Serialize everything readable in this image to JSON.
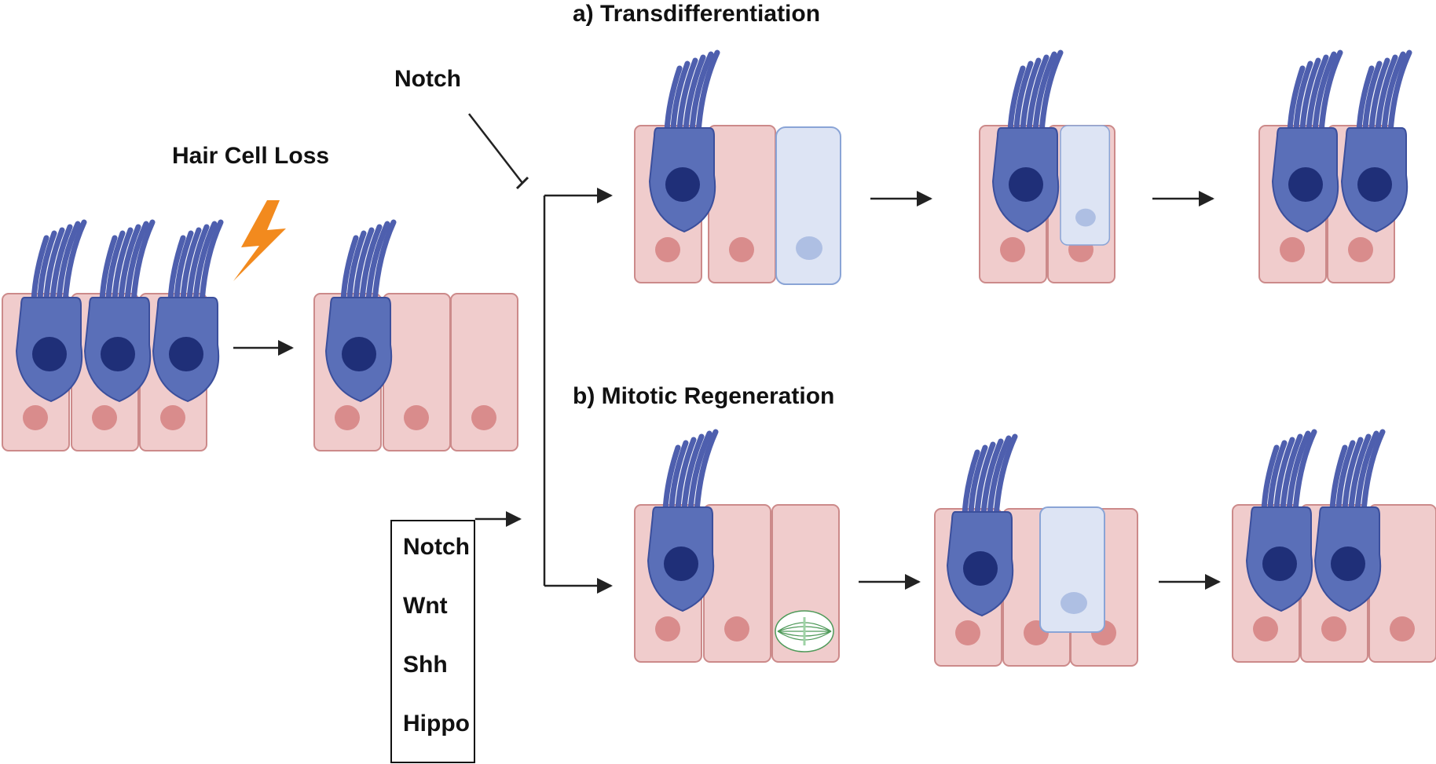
{
  "labels": {
    "hair_cell_loss": "Hair Cell Loss",
    "notch_inhibitor": "Notch",
    "section_a": "a) Transdifferentiation",
    "section_b": "b) Mitotic Regeneration"
  },
  "pathways": [
    "Notch",
    "Wnt",
    "Shh",
    "Hippo"
  ],
  "colors": {
    "hair_cell": "#5a6fb8",
    "hair_cell_nucleus": "#1f2f78",
    "supporting_cell": "#f0cccc",
    "supporting_cell_border": "#cc8a8a",
    "supporting_nucleus": "#d98c8c",
    "transitioning_cell": "#dde4f4",
    "transitioning_border": "#8aa4d6",
    "lightning": "#f28a1e",
    "arrow": "#222222"
  },
  "icons": {
    "damage": "lightning-bolt-icon",
    "mitosis": "mitotic-spindle-icon"
  }
}
